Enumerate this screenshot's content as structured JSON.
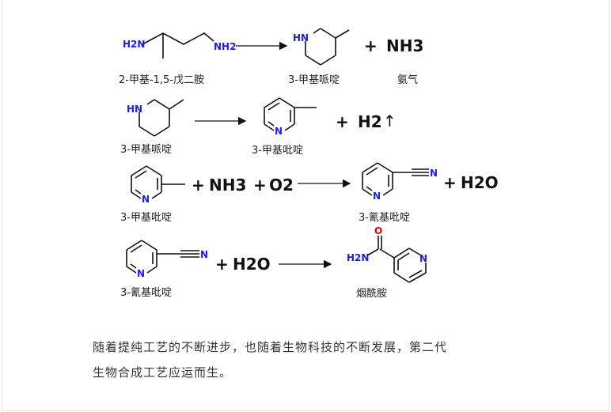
{
  "reactions": [
    {
      "reactant_label": "2-甲基-1,5-戊二胺",
      "product_label": "3-甲基哌啶",
      "plus": "+",
      "byproduct": "NH3",
      "byproduct_label": "氨气"
    },
    {
      "reactant_label": "3-甲基哌啶",
      "product_label": "3-甲基吡啶",
      "plus": "+",
      "byproduct": "H2",
      "byproduct_mark": "↑"
    },
    {
      "reactant_label": "3-甲基吡啶",
      "reagent_plus_1": "+",
      "reagent_1": "NH3",
      "reagent_plus_2": "+",
      "reagent_2": "O2",
      "product_label": "3-氰基吡啶",
      "plus": "+",
      "byproduct": "H2O"
    },
    {
      "reactant_label": "3-氰基吡啶",
      "reagent_plus": "+",
      "reagent": "H2O",
      "product_label": "烟酰胺"
    }
  ],
  "atoms": {
    "h2n": "H2N",
    "nh2": "NH2",
    "hn": "HN",
    "n": "N",
    "o": "O"
  },
  "paragraph": {
    "line1": "随着提纯工艺的不断进步，也随着生物科技的不断发展，第二代",
    "line2": "生物合成工艺应运而生。"
  },
  "colors": {
    "nitrogen": "#1a1aff",
    "oxygen": "#e60000",
    "bond": "#111111"
  }
}
